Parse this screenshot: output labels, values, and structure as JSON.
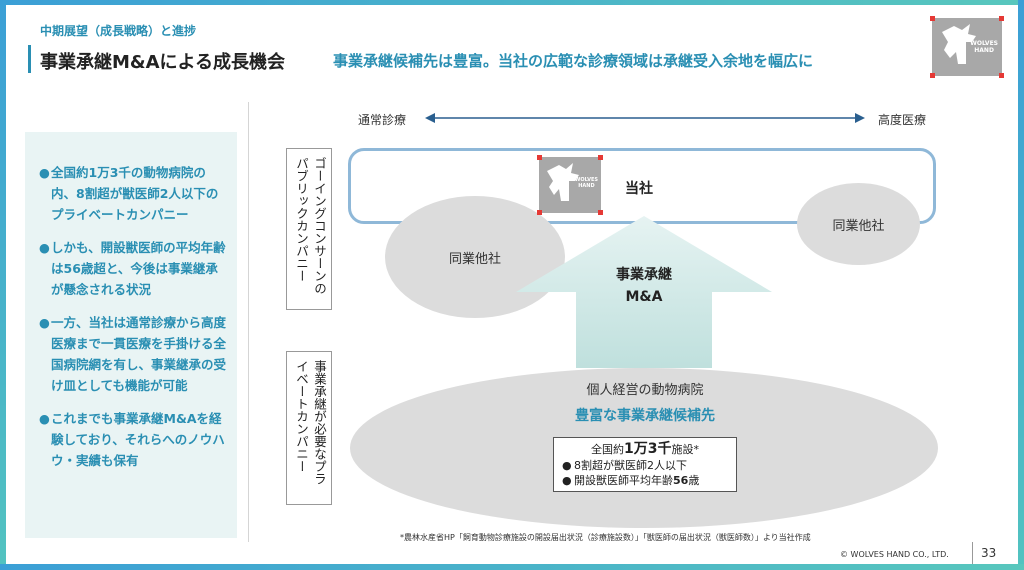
{
  "header": {
    "section": "中期展望（成長戦略）と進捗",
    "title": "事業承継M&Aによる成長機会",
    "subtitle": "事業承継候補先は豊富。当社の広範な診療領域は承継受入余地を幅広に"
  },
  "logo": {
    "text": "WOLVES HAND",
    "icon": "wolf-hand-logo"
  },
  "left_panel": {
    "bullets": [
      "全国約1万3千の動物病院の内、8割超が獣医師2人以下のプライベートカンパニー",
      "しかも、開設獣医師の平均年齢は56歳超と、今後は事業継承が懸念される状況",
      "一方、当社は通常診療から高度医療まで一貫医療を手掛ける全国病院網を有し、事業継承の受け皿としても機能が可能",
      "これまでも事業承継M&Aを経験しており、それらへのノウハウ・実績も保有"
    ]
  },
  "diagram": {
    "axis_left": "通常診療",
    "axis_right": "高度医療",
    "vertical_label_top": "ゴーイングコンサーンのパブリックカンパニー",
    "vertical_label_bottom": "事業承継が必要なプライベートカンパニー",
    "company": "当社",
    "peer_left": "同業他社",
    "peer_right": "同業他社",
    "arrow_line1": "事業承継",
    "arrow_line2": "M&A",
    "bottom_caption": "個人経営の動物病院",
    "bottom_heading": "豊富な事業承継候補先",
    "stats": {
      "line1_prefix": "全国約",
      "line1_big": "1万3千",
      "line1_suffix": "施設*",
      "bullet1": "8割超が獣医師2人以下",
      "bullet2_prefix": "開設獣医師平均年齢",
      "bullet2_big": "56",
      "bullet2_suffix": "歳"
    }
  },
  "footer": {
    "footnote": "*農林水産省HP「飼育動物診療施設の開設届出状況（診療施設数）」「獣医師の届出状況（獣医師数）」より当社作成",
    "copyright": "© WOLVES HAND CO., LTD.",
    "page": "33"
  },
  "colors": {
    "accent": "#2a8fb3",
    "arrow": "#cfe8e6",
    "ellipse": "#dcdcdc",
    "box_border": "#8fb8d8",
    "logo_corner": "#e53935"
  }
}
